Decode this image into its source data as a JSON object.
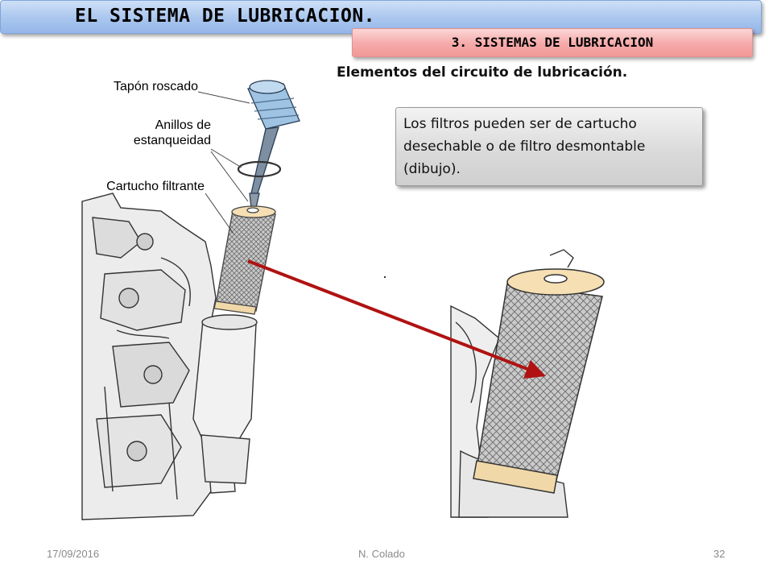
{
  "slide": {
    "title": "EL SISTEMA DE LUBRICACION.",
    "subtitle": "3. SISTEMAS DE LUBRICACION",
    "heading": "Elementos del circuito de lubricación.",
    "note_lines": [
      "Los filtros pueden ser de cartucho",
      "desechable o de filtro desmontable",
      "(dibujo)."
    ]
  },
  "figure_labels": {
    "cap": "Tapón roscado",
    "rings_line1": "Anillos de",
    "rings_line2": "estanqueidad",
    "cartridge": "Cartucho filtrante"
  },
  "footer": {
    "date": "17/09/2016",
    "author": "N. Colado",
    "page": "32"
  },
  "colors": {
    "title_bar": "#a9c6ee",
    "subtitle_bar": "#f6a9a9",
    "arrow": "#b01212"
  }
}
